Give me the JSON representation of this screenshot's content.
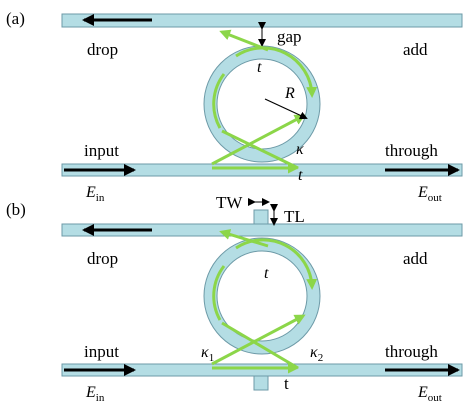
{
  "panel_a": {
    "label": "(a)",
    "drop": "drop",
    "add": "add",
    "gap": "gap",
    "input": "input",
    "through": "through",
    "t_top": "t",
    "t_bottom": "t",
    "R": "R",
    "kappa": "κ",
    "E_in_main": "E",
    "E_in_sub": "in",
    "E_out_main": "E",
    "E_out_sub": "out"
  },
  "panel_b": {
    "label": "(b)",
    "TW": "TW",
    "TL": "TL",
    "drop": "drop",
    "add": "add",
    "input": "input",
    "through": "through",
    "t_top": "t",
    "t_bottom": "t",
    "kappa1_main": "κ",
    "kappa1_sub": "1",
    "kappa2_main": "κ",
    "kappa2_sub": "2",
    "E_in_main": "E",
    "E_in_sub": "in",
    "E_out_main": "E",
    "E_out_sub": "out"
  },
  "colors": {
    "waveguide_fill": "#b4dde4",
    "waveguide_stroke": "#6d9aa7",
    "light_path": "#8cd649",
    "arrow": "#000000"
  }
}
